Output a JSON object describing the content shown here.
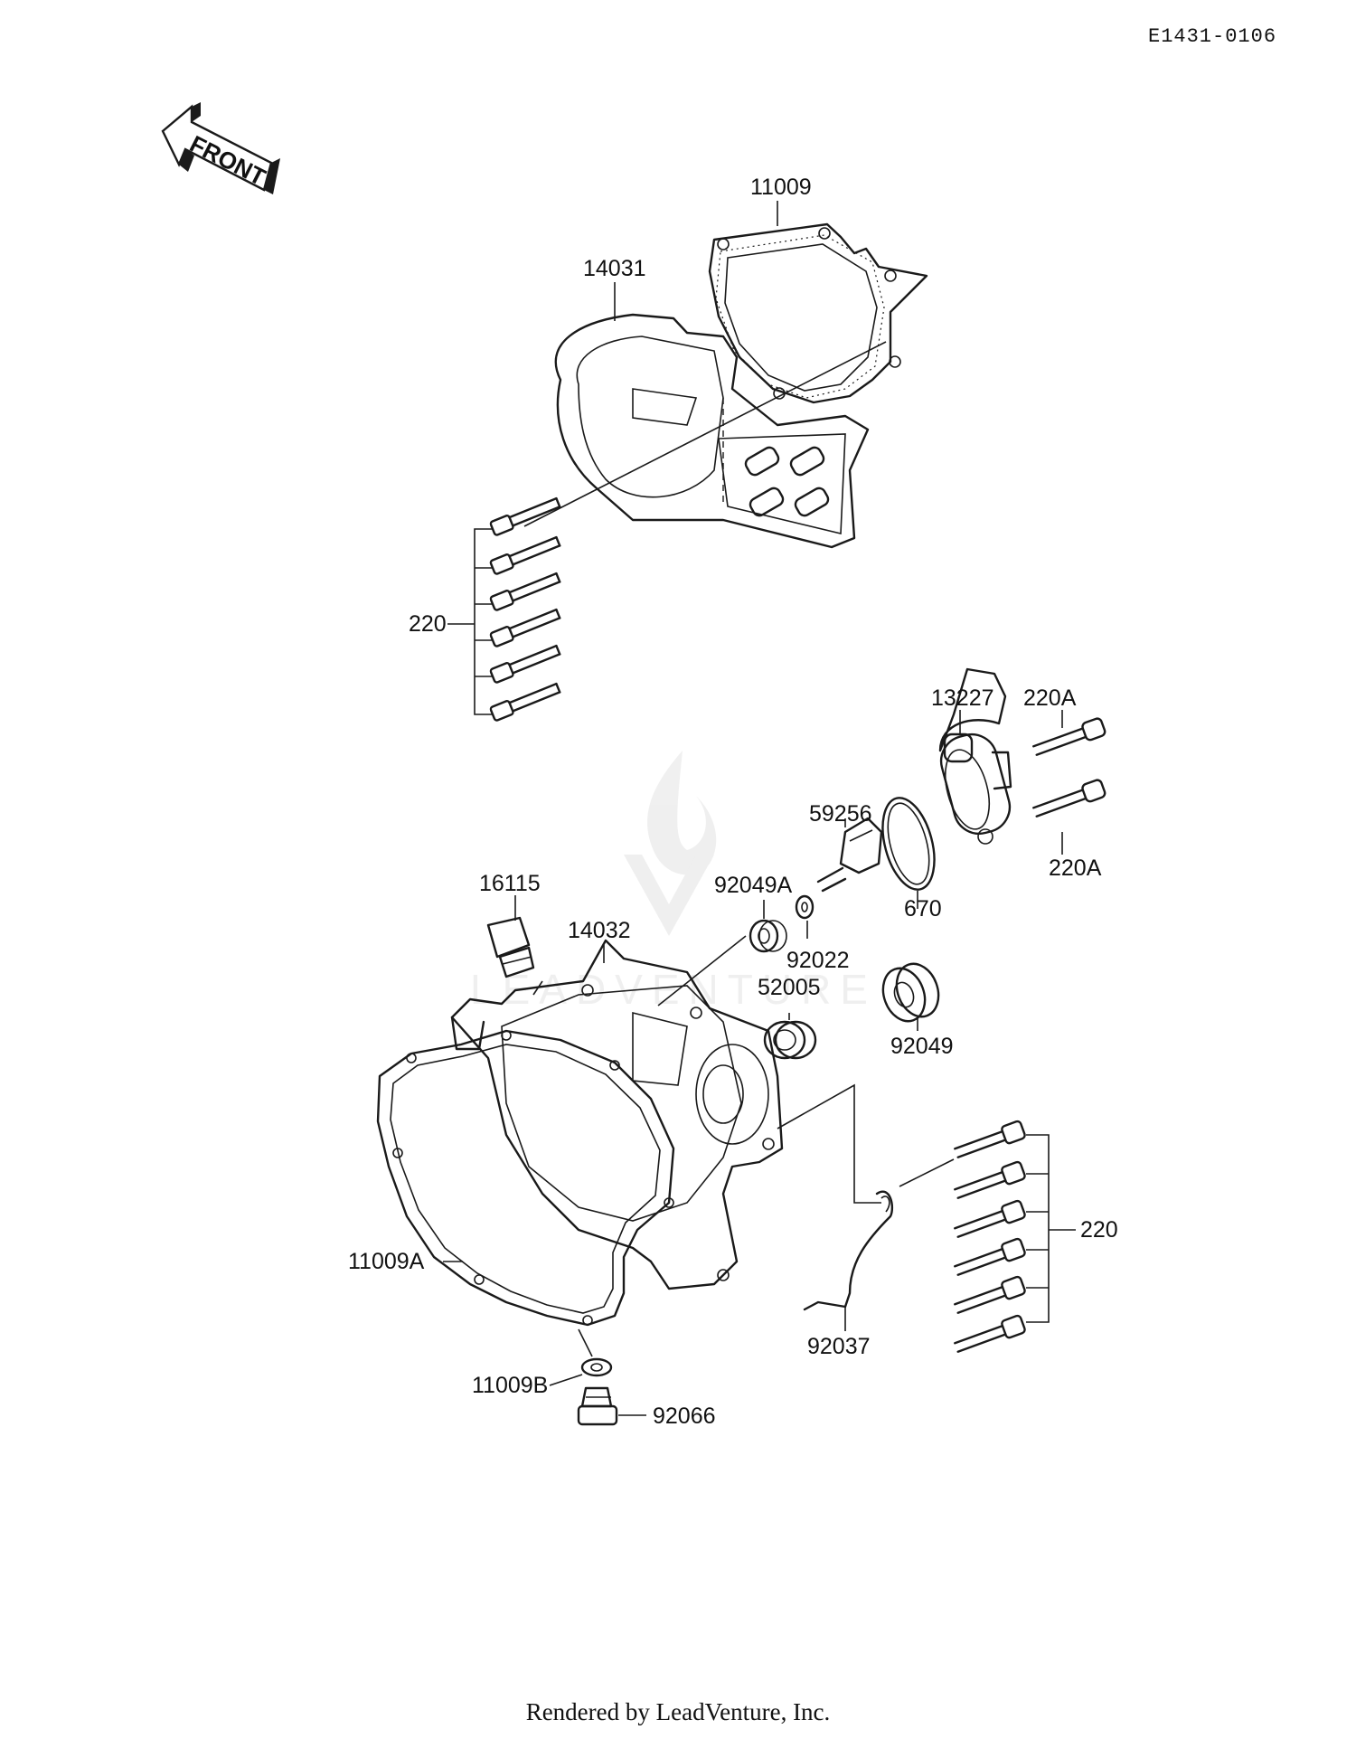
{
  "diagram_id": "E1431-0106",
  "front_arrow_label": "FRONT",
  "footer_text": "Rendered by LeadVenture, Inc.",
  "watermark_text": "LEADVENTURE",
  "labels": {
    "p11009": "11009",
    "p14031": "14031",
    "p220_top": "220",
    "p13227": "13227",
    "p220A_1": "220A",
    "p220A_2": "220A",
    "p59256": "59256",
    "p670": "670",
    "p16115": "16115",
    "p92049A": "92049A",
    "p14032": "14032",
    "p92022": "92022",
    "p52005": "52005",
    "p92049": "92049",
    "p220_bottom": "220",
    "p11009A": "11009A",
    "p92037": "92037",
    "p11009B": "11009B",
    "p92066": "92066"
  }
}
